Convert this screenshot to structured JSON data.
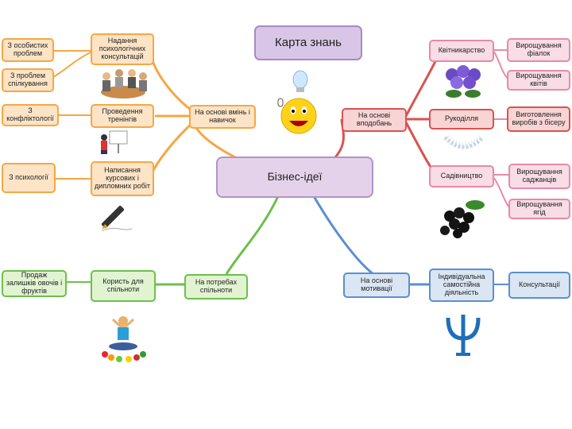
{
  "title": "Карта знань",
  "center": "Бізнес-ідеї",
  "branches": {
    "skills": {
      "label": "На основі вмінь і навичок",
      "items": [
        "Надання психологічних консультацій",
        "Проведення тренінгів",
        "Написання курсових і дипломних робіт"
      ],
      "leaves": [
        "З особистих проблем",
        "З проблем спілкування",
        "З конфліктології",
        "З психології"
      ]
    },
    "hobbies": {
      "label": "На основі вподобань",
      "items": [
        "Квітникарство",
        "Рукоділля",
        "Садівництво"
      ],
      "leaves": [
        "Вирощування фіалок",
        "Вирощування квітів",
        "Виготовлення виробів з бісеру",
        "Вирощування саджанців",
        "Вирощування ягід"
      ]
    },
    "community": {
      "label": "На потребах спільноти",
      "items": [
        "Користь для спільноти"
      ],
      "leaves": [
        "Продаж залишків овочів і фруктів"
      ]
    },
    "motivation": {
      "label": "На основі мотивації",
      "items": [
        "Індивідуальна самостійна діяльність"
      ],
      "leaves": [
        "Консультації"
      ]
    }
  },
  "colors": {
    "skills": "#f6a743",
    "hobbies": "#d9534f",
    "hobby_items": "#e88aa6",
    "community": "#6cc04a",
    "motivation": "#5b8fcf",
    "center": "#b393c7"
  },
  "illustrations": [
    "meeting-illustration",
    "training-illustration",
    "pen-illustration",
    "lightbulb-smiley-illustration",
    "violets-illustration",
    "beads-illustration",
    "berries-illustration",
    "meditation-illustration",
    "psi-symbol"
  ]
}
